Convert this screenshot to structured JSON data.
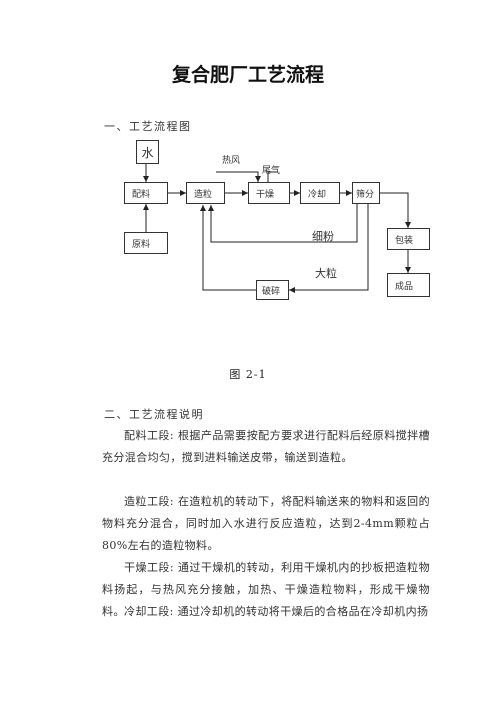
{
  "doc": {
    "title": "复合肥厂工艺流程",
    "section1": "一、工艺流程图",
    "caption": "图 2-1",
    "section2": "二、工艺流程说明"
  },
  "diagram": {
    "water": "水",
    "mix": "配料",
    "granulate": "造粒",
    "dry": "干燥",
    "cool": "冷却",
    "screen": "筛分",
    "raw": "原料",
    "crush": "破碎",
    "pack": "包装",
    "product": "成品",
    "hot_air": "热风",
    "exhaust": "尾气",
    "fines": "细粉",
    "large": "大粒"
  },
  "paragraphs": {
    "p1": "配料工段: 根据产品需要按配方要求进行配料后经原料搅拌槽充分混合均匀，搅到进料输送皮带，输送到造粒。",
    "p2": "造粒工段: 在造粒机的转动下，将配料输送来的物料和返回的物料充分混合，同时加入水进行反应造粒，达到2-4mm颗粒占 80%左右的造粒物料。",
    "p3": "干燥工段: 通过干燥机的转动，利用干燥机内的抄板把造粒物料扬起，与热风充分接触，加热、干燥造粒物料，形成干燥物料。",
    "p4": "冷却工段: 通过冷却机的转动将干燥后的合格品在冷却机内扬"
  }
}
